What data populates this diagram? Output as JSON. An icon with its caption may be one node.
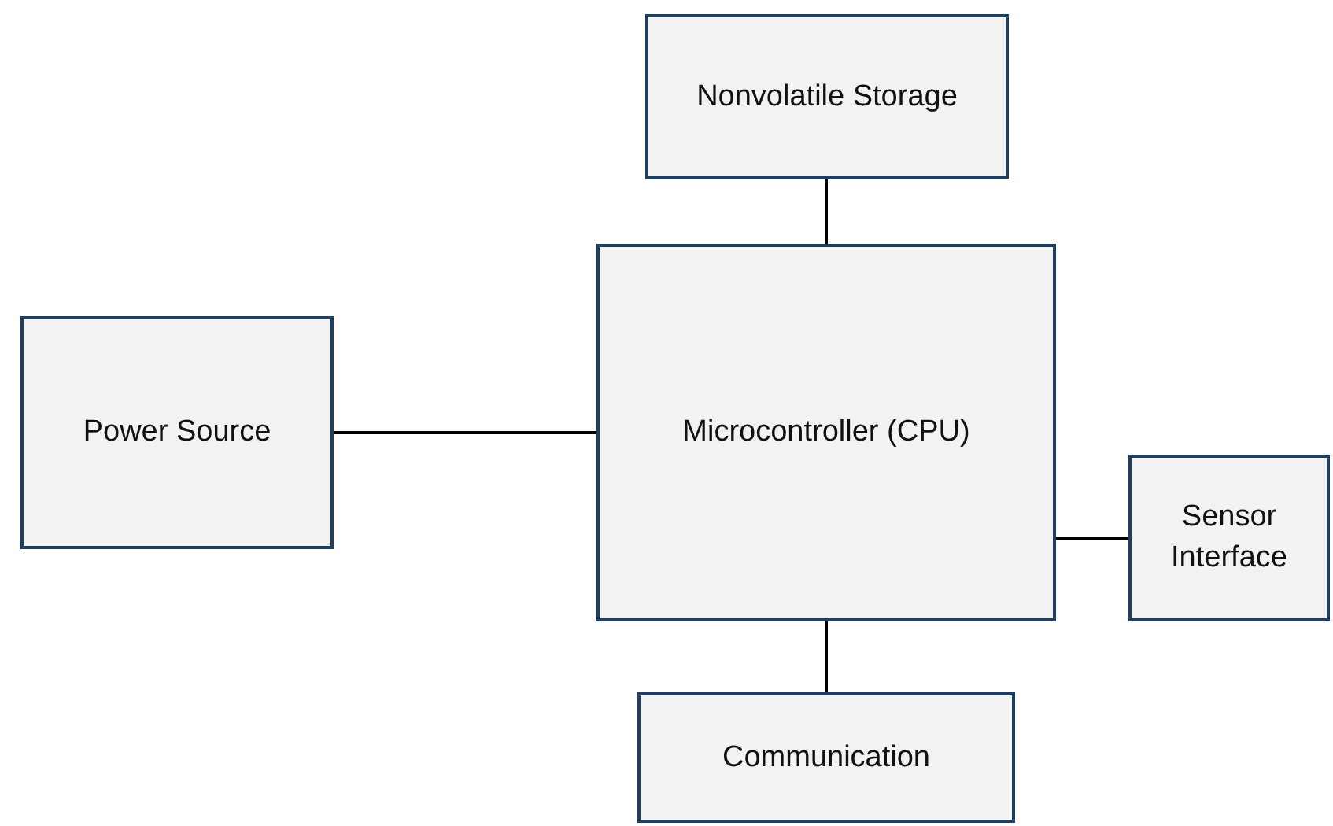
{
  "diagram": {
    "nodes": [
      {
        "text": [
          "Nonvolatile Storage"
        ]
      },
      {
        "text": [
          "Power Source"
        ]
      },
      {
        "text": [
          "Microcontroller (CPU)"
        ]
      },
      {
        "text": [
          "Sensor Interface"
        ]
      },
      {
        "text": [
          "Communication"
        ]
      }
    ],
    "edges": [
      {
        "from": 0,
        "to": 2,
        "arrow": "none"
      },
      {
        "from": 1,
        "to": 2,
        "arrow": "none"
      },
      {
        "from": 2,
        "to": 3,
        "arrow": "none"
      },
      {
        "from": 2,
        "to": 4,
        "arrow": "none"
      }
    ]
  }
}
